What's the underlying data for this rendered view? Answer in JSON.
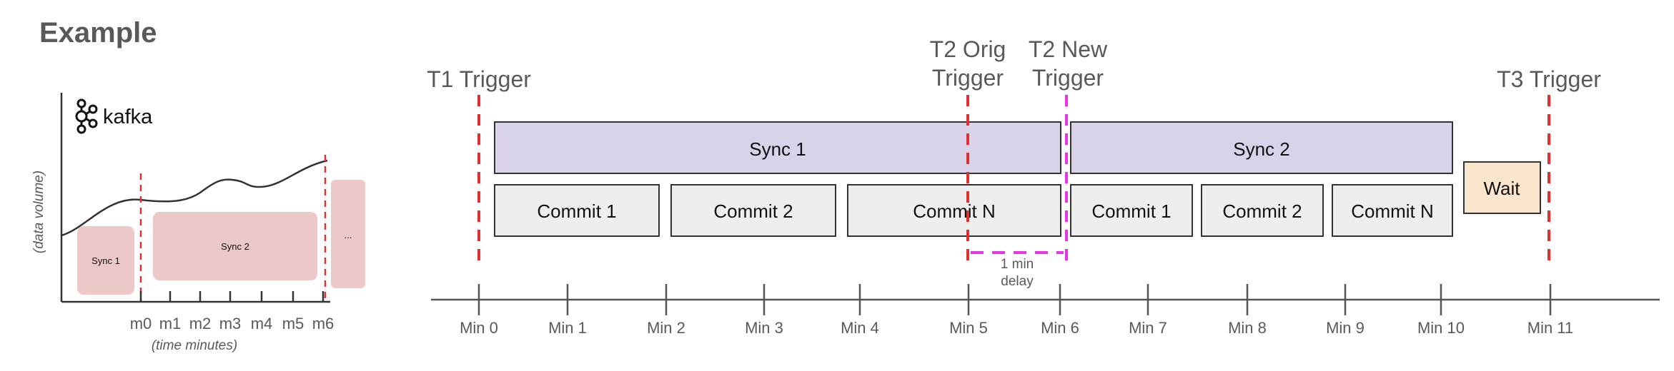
{
  "title": "Example",
  "left_panel": {
    "brand": "kafka",
    "y_label": "(data volume)",
    "x_label": "(time minutes)",
    "ticks": [
      "m0",
      "m1",
      "m2",
      "m3",
      "m4",
      "m5",
      "m6"
    ],
    "blocks": [
      "Sync 1",
      "Sync 2",
      "..."
    ]
  },
  "triggers": {
    "t1": "T1 Trigger",
    "t2_orig_line1": "T2 Orig",
    "t2_orig_line2": "Trigger",
    "t2_new_line1": "T2 New",
    "t2_new_line2": "Trigger",
    "t3": "T3 Trigger"
  },
  "timeline": {
    "ticks": [
      "Min 0",
      "Min 1",
      "Min 2",
      "Min 3",
      "Min 4",
      "Min 5",
      "Min 6",
      "Min 7",
      "Min 8",
      "Min 9",
      "Min 10",
      "Min 11"
    ]
  },
  "syncs": [
    "Sync 1",
    "Sync 2"
  ],
  "commits": [
    "Commit 1",
    "Commit 2",
    "Commit N",
    "Commit 1",
    "Commit 2",
    "Commit N"
  ],
  "wait": "Wait",
  "delay_line1": "1 min",
  "delay_line2": "delay",
  "colors": {
    "sync_fill": "#d9d2e9",
    "commit_fill": "#eeeeee",
    "wait_fill": "#fce5cd",
    "trigger": "#e03131",
    "new_trigger": "#e535e5",
    "block_fill": "#ecc8c8"
  }
}
